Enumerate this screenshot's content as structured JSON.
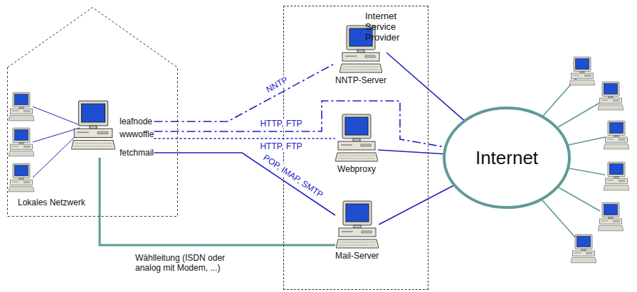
{
  "diagram": {
    "nodes": [
      {
        "text": [
          "Lokales Netzwerk"
        ]
      },
      {
        "text": [
          "leafnode",
          "wwwoffle",
          "fetchmail"
        ],
        "in": 0
      },
      {
        "text": [
          "Internet Service Provider"
        ]
      },
      {
        "text": [
          "NNTP-Server"
        ],
        "in": 2
      },
      {
        "text": [
          "Webproxy"
        ],
        "in": 2
      },
      {
        "text": [
          "Mail-Server"
        ],
        "in": 2
      },
      {
        "text": [
          "Internet"
        ]
      }
    ],
    "edges": [
      {
        "from": 1,
        "to": 3,
        "arrow": "none",
        "label": "NNTP"
      },
      {
        "from": 1,
        "to": 6,
        "arrow": "none",
        "label": "HTTP, FTP"
      },
      {
        "from": 1,
        "to": 4,
        "arrow": "none",
        "label": "HTTP, FTP"
      },
      {
        "from": 1,
        "to": 5,
        "arrow": "none",
        "label": "POP, IMAP, SMTP"
      },
      {
        "from": 1,
        "to": 5,
        "arrow": "none",
        "label": "Wählleitung (ISDN oder analog mit Modem, ...)"
      },
      {
        "from": 3,
        "to": 6,
        "arrow": "none"
      },
      {
        "from": 4,
        "to": 6,
        "arrow": "none"
      },
      {
        "from": 5,
        "to": 6,
        "arrow": "none"
      }
    ]
  }
}
